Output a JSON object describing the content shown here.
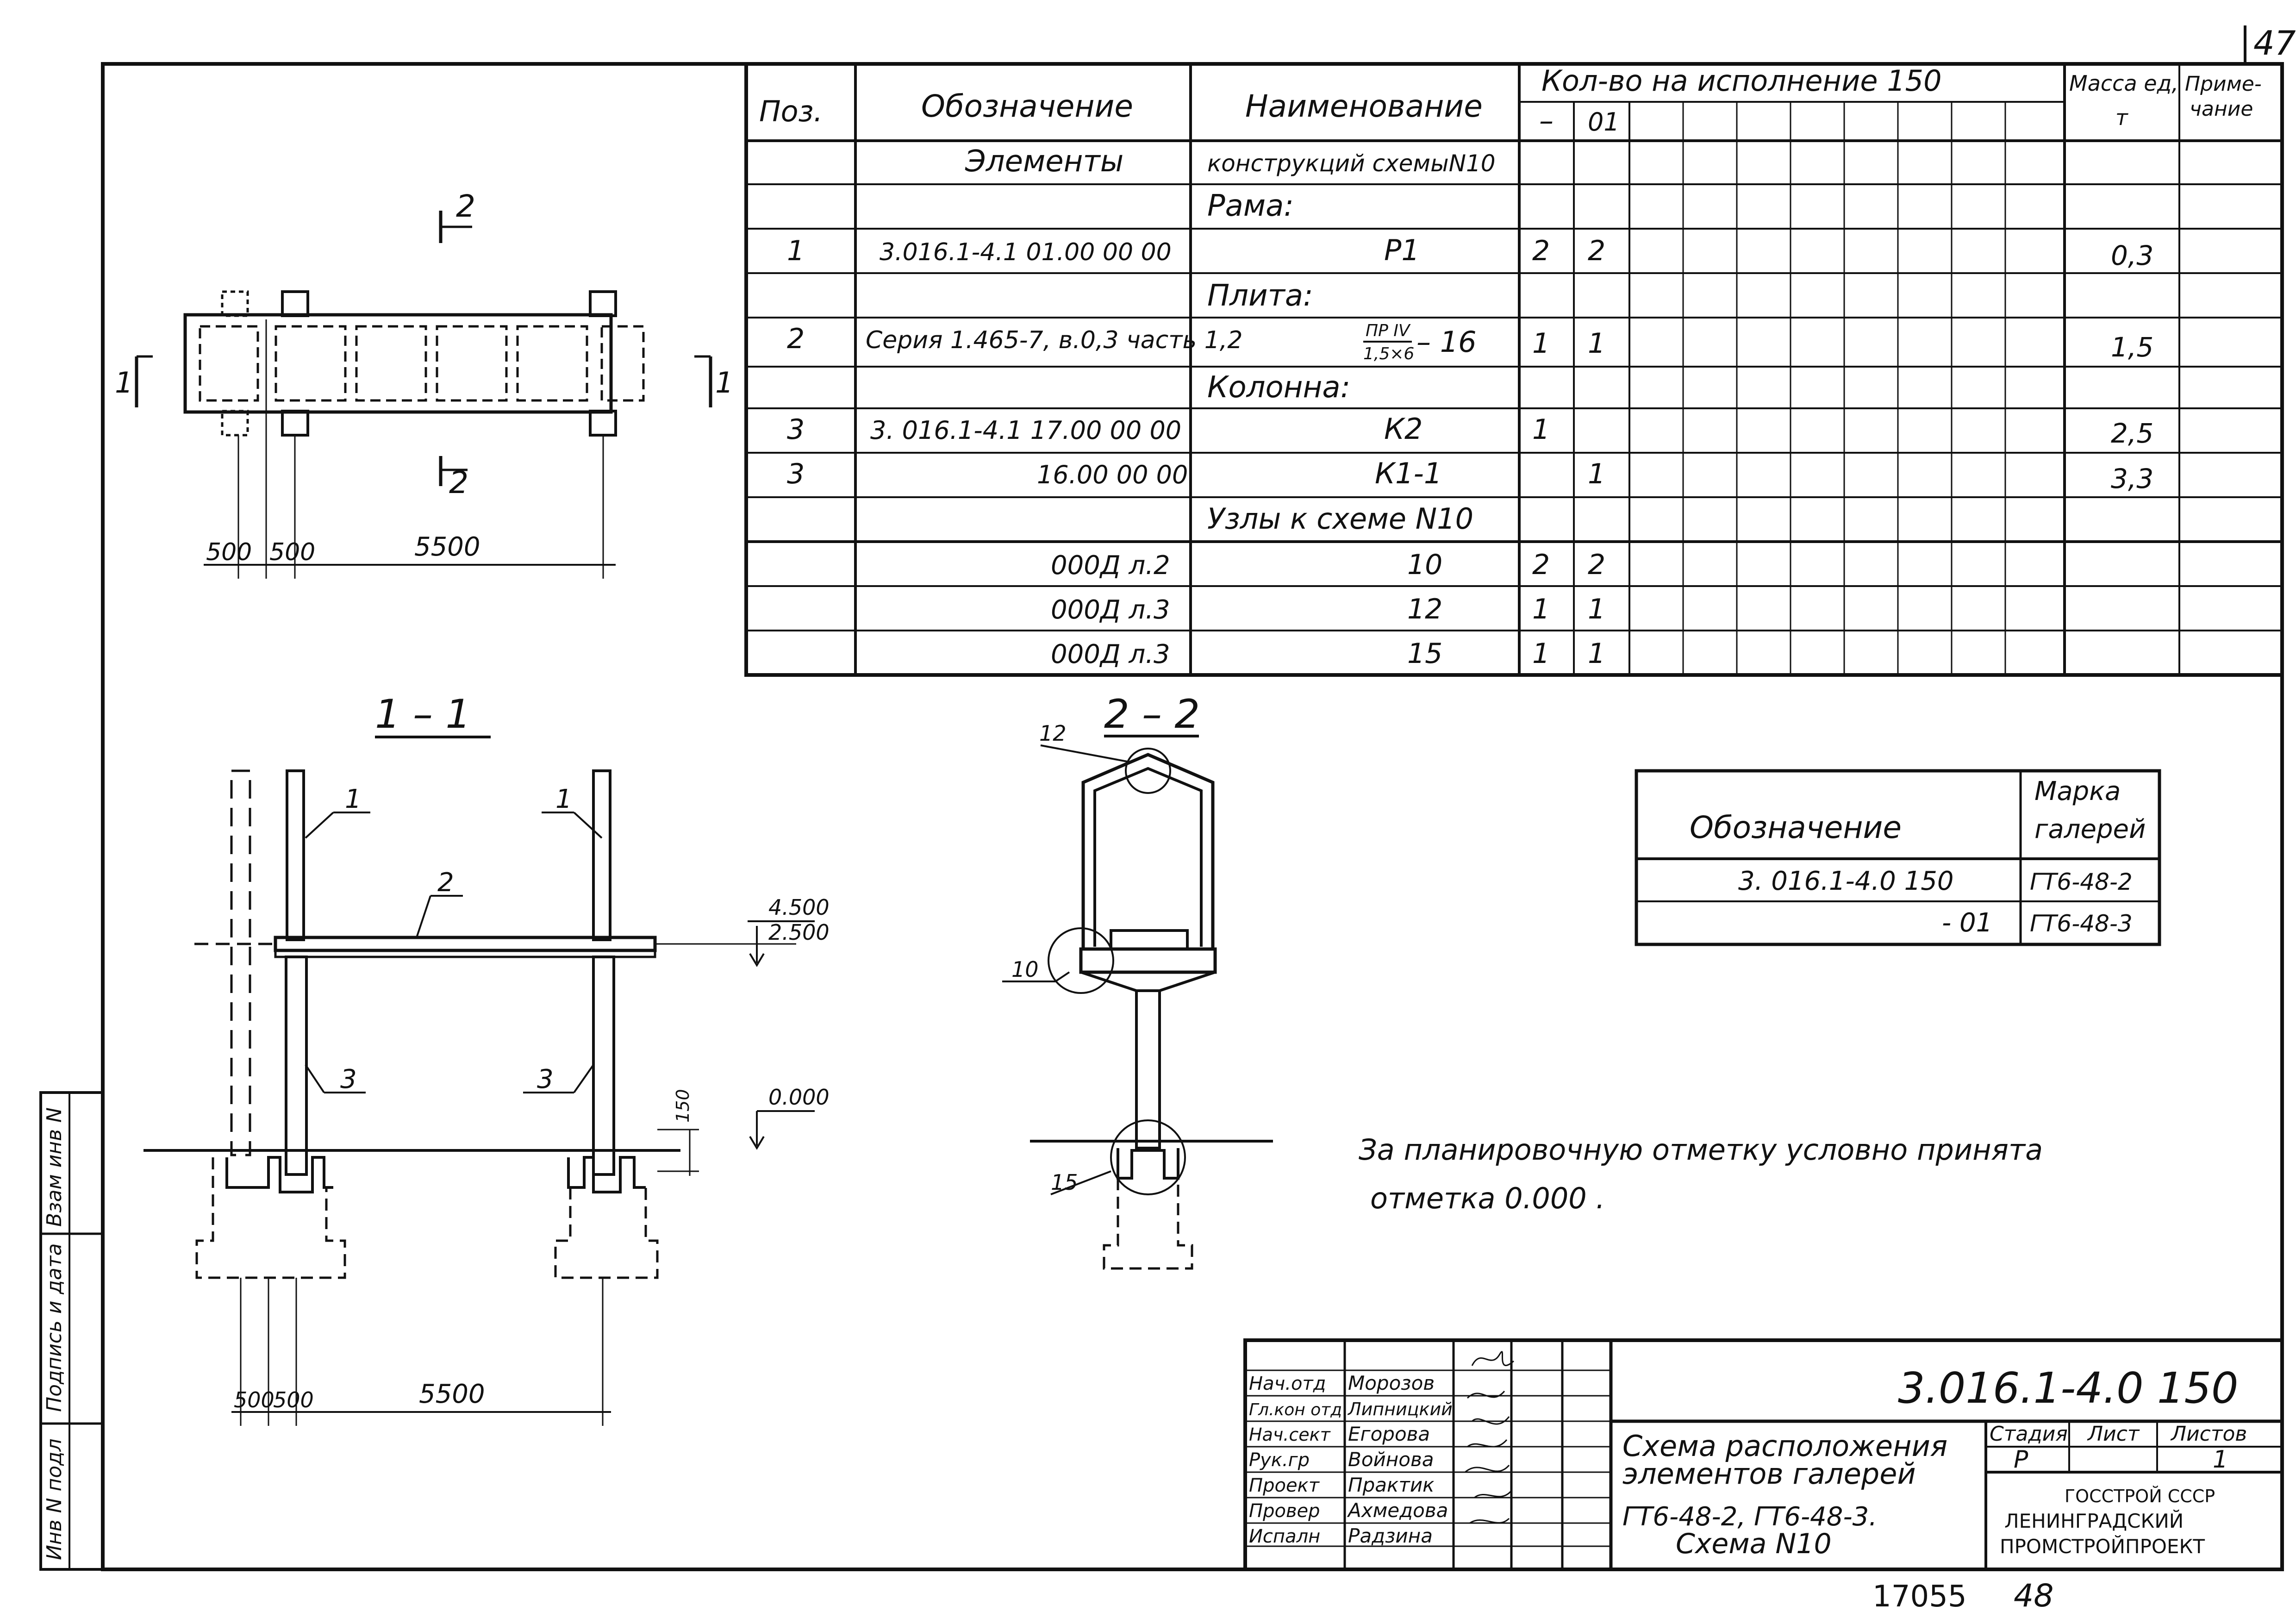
{
  "page": {
    "corner_number": "47",
    "bottom_number": "17055",
    "bottom_sheet": "48"
  },
  "spec": {
    "headers": {
      "pos": "Поз.",
      "designation": "Обозначение",
      "name": "Наименование",
      "qty": "Кол-во на исполнение 150",
      "qty_dash": "–",
      "qty_01": "01",
      "mass": "Масса ед,",
      "mass_unit": "т",
      "note": "Приме- чание"
    },
    "rows": [
      {
        "pos": "",
        "des": "Элементы",
        "name": "конструкций схемыN10",
        "q1": "",
        "q2": "",
        "mass": ""
      },
      {
        "pos": "",
        "des": "",
        "name": "Рама:",
        "q1": "",
        "q2": "",
        "mass": ""
      },
      {
        "pos": "1",
        "des": "3.016.1-4.1 01.00 00 00",
        "name": "Р1",
        "q1": "2",
        "q2": "2",
        "mass": "0,3"
      },
      {
        "pos": "",
        "des": "",
        "name": "Плита:",
        "q1": "",
        "q2": "",
        "mass": ""
      },
      {
        "pos": "2",
        "des": "Серия 1.465-7, в.0,3 часть 1,2",
        "name_num": "ПР IV",
        "name_den": "1,5×6",
        "name_suffix": "– 16",
        "q1": "1",
        "q2": "1",
        "mass": "1,5"
      },
      {
        "pos": "",
        "des": "",
        "name": "Колонна:",
        "q1": "",
        "q2": "",
        "mass": ""
      },
      {
        "pos": "3",
        "des": "3. 016.1-4.1 17.00 00 00",
        "name": "К2",
        "q1": "1",
        "q2": "",
        "mass": "2,5"
      },
      {
        "pos": "3",
        "des": "16.00 00 00",
        "name": "К1-1",
        "q1": "",
        "q2": "1",
        "mass": "3,3"
      },
      {
        "pos": "",
        "des": "",
        "name": "Узлы к схеме N10",
        "q1": "",
        "q2": "",
        "mass": ""
      },
      {
        "pos": "",
        "des": "000Д л.2",
        "name": "10",
        "q1": "2",
        "q2": "2",
        "mass": ""
      },
      {
        "pos": "",
        "des": "000Д л.3",
        "name": "12",
        "q1": "1",
        "q2": "1",
        "mass": ""
      },
      {
        "pos": "",
        "des": "000Д л.3",
        "name": "15",
        "q1": "1",
        "q2": "1",
        "mass": ""
      }
    ]
  },
  "plan": {
    "section_2": "2",
    "section_1": "1",
    "dims": [
      "500",
      "500",
      "5500"
    ]
  },
  "section11": {
    "title": "1 – 1",
    "labels": [
      "1",
      "1",
      "2",
      "3",
      "3"
    ],
    "elev_top": "4.500",
    "elev_mid": "2.500",
    "elev_zero": "0.000",
    "dim_150": "150",
    "dims": [
      "500",
      "500",
      "5500"
    ]
  },
  "section22": {
    "title": "2 – 2",
    "nodes": [
      "12",
      "10",
      "15"
    ]
  },
  "gallery_table": {
    "h_designation": "Обозначение",
    "h_mark": "Марка галерей",
    "rows": [
      {
        "des": "3. 016.1-4.0 150",
        "mark": "ГТ6-48-2"
      },
      {
        "des": "- 01",
        "mark": "ГТ6-48-3"
      }
    ]
  },
  "note": {
    "line1": "За планировочную отметку условно принята",
    "line2": "отметка 0.000 ."
  },
  "title_block": {
    "doc_code": "3.016.1-4.0 150",
    "people": [
      {
        "role": "Нач.отд",
        "name": "Морозов"
      },
      {
        "role": "Гл.кон отд",
        "name": "Липницкий"
      },
      {
        "role": "Нач.сект",
        "name": "Егорова"
      },
      {
        "role": "Рук.гр",
        "name": "Войнова"
      },
      {
        "role": "Проект",
        "name": "Практик"
      },
      {
        "role": "Провер",
        "name": "Ахмедова"
      },
      {
        "role": "Испалн",
        "name": "Радзина"
      }
    ],
    "title_lines": [
      "Схема расположения",
      "элементов галерей",
      "ГТ6-48-2, ГТ6-48-3.",
      "Схема N10"
    ],
    "stage_label": "Стадия",
    "sheet_label": "Лист",
    "sheets_label": "Листов",
    "stage": "Р",
    "sheet": "",
    "sheets": "1",
    "org": [
      "ГОССТРОЙ СССР",
      "ЛЕНИНГРАДСКИЙ",
      "ПРОМСТРОЙПРОЕКТ"
    ]
  },
  "side_stamp": [
    "Взам инв N",
    "Подпись и дата",
    "Инв N подл"
  ]
}
